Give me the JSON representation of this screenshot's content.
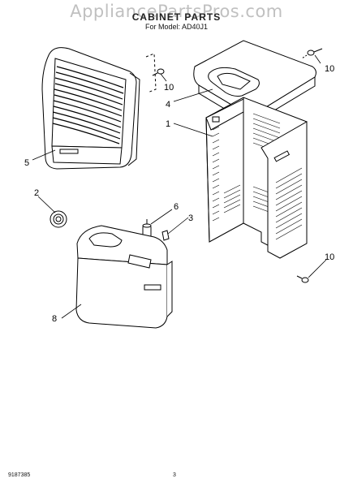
{
  "watermark": "AppliancePartsPros.com",
  "title": "CABINET PARTS",
  "subtitle": "For Model: AD40J1",
  "footer": {
    "part_number": "9187385",
    "page": "3"
  },
  "callouts": [
    "10",
    "10",
    "4",
    "1",
    "5",
    "2",
    "6",
    "3",
    "10",
    "8"
  ]
}
